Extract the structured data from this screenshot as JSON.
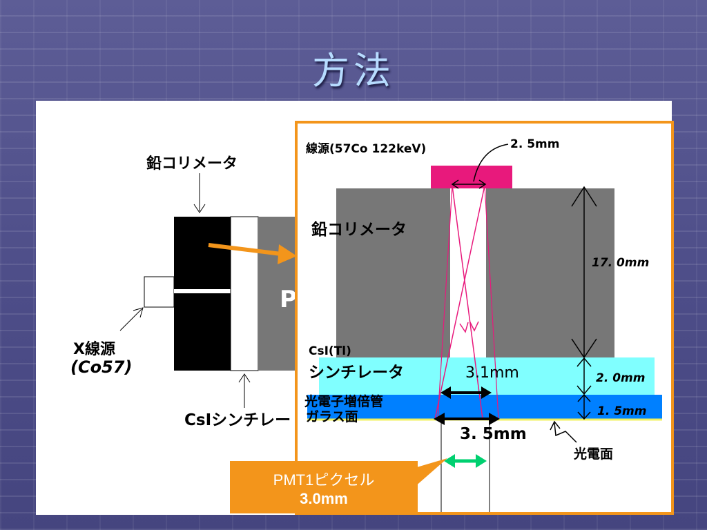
{
  "slide": {
    "title": "方法"
  },
  "left_diagram": {
    "collimator_label": "鉛コリメータ",
    "source_label_line1": "X線源",
    "source_label_line2": "(Co57)",
    "scintillator_label": "CsIシンチレー",
    "pmt_label": "P"
  },
  "inset": {
    "source_label": "線源(57Co 122keV)",
    "source_width": "2. 5mm",
    "collimator_label": "鉛コリメータ",
    "collimator_height": "17. 0mm",
    "scint_label_line1": "CsI(Tl)",
    "scint_label_line2": "シンチレータ",
    "hole_width_at_scint": "3.1mm",
    "scint_thickness": "2. 0mm",
    "glass_label_line1": "光電子増倍管",
    "glass_label_line2": "ガラス面",
    "glass_thickness": "1. 5mm",
    "spot_width": "3. 5mm",
    "photocathode_label": "光電面"
  },
  "callout": {
    "line1": "PMT1ピクセル",
    "line2": "3.0mm"
  },
  "colors": {
    "accent_orange": "#f3951b",
    "source_magenta": "#e8197c",
    "collimator_gray": "#777777",
    "scintillator_cyan": "#80ffff",
    "glass_blue": "#0080ff",
    "arrow_green": "#00d070",
    "title_blue": "#b7dcff"
  }
}
